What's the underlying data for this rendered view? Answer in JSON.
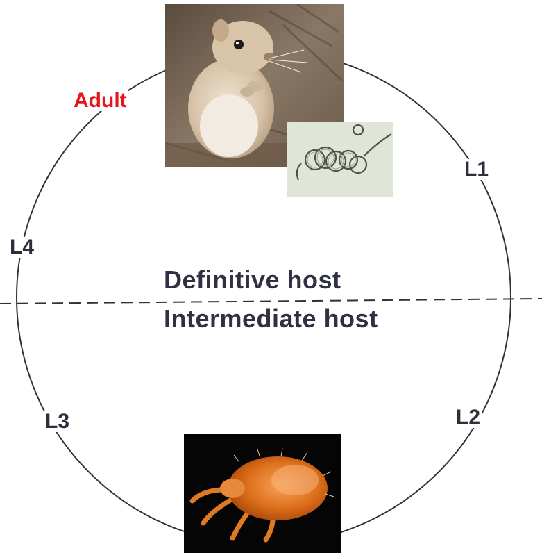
{
  "diagram": {
    "stages": {
      "adult": "Adult",
      "l1": "L1",
      "l2": "L2",
      "l3": "L3",
      "l4": "L4"
    },
    "hosts": {
      "definitive": "Definitive host",
      "intermediate": "Intermediate host"
    },
    "images": {
      "definitive_host": "gerbil-photo",
      "larva": "coiled-larva-micrograph",
      "intermediate_host": "mite-micrograph"
    },
    "colors": {
      "adult_label": "#e8141b",
      "stage_label": "#2e2e3a",
      "host_label": "#2f3042",
      "cycle_line": "#333333"
    }
  }
}
